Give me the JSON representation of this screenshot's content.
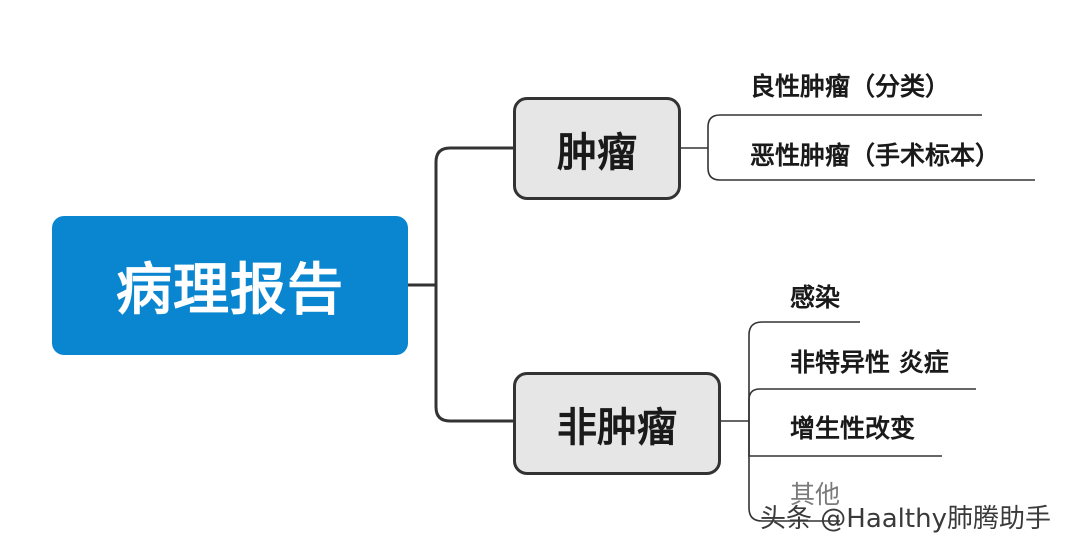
{
  "root": {
    "label": "病理报告",
    "color": "#0a86d1"
  },
  "branches": [
    {
      "label": "肿瘤",
      "children": [
        "良性肿瘤（分类）",
        "恶性肿瘤（手术标本）"
      ]
    },
    {
      "label": "非肿瘤",
      "children": [
        "感染",
        "非特异性 炎症",
        "增生性改变",
        "其他"
      ]
    }
  ],
  "watermark": "头条 @Haalthy肺腾助手"
}
